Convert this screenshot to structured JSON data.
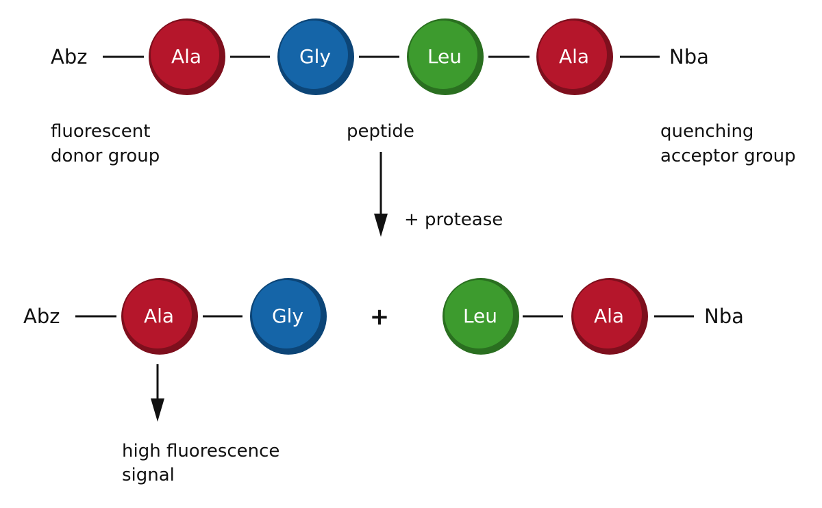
{
  "colors": {
    "ala": "#b5162b",
    "ala_edge": "#7e0f1d",
    "gly": "#1565a8",
    "gly_edge": "#0c4577",
    "leu": "#3d9b2e",
    "leu_edge": "#2a6f20",
    "text": "#111111",
    "bead_text": "#ffffff",
    "bond": "#111111"
  },
  "top": {
    "left_group": "Abz",
    "right_group": "Nba",
    "beads": [
      {
        "label": "Ala",
        "kind": "ala"
      },
      {
        "label": "Gly",
        "kind": "gly"
      },
      {
        "label": "Leu",
        "kind": "leu"
      },
      {
        "label": "Ala",
        "kind": "ala"
      }
    ],
    "donor_caption_line1": "fluorescent",
    "donor_caption_line2": "donor group",
    "peptide_caption": "peptide",
    "acceptor_caption_line1": "quenching",
    "acceptor_caption_line2": "acceptor group"
  },
  "reaction": {
    "reagent": "+ protease",
    "plus": "+"
  },
  "bottom": {
    "left_fragment": {
      "left_group": "Abz",
      "beads": [
        {
          "label": "Ala",
          "kind": "ala"
        },
        {
          "label": "Gly",
          "kind": "gly"
        }
      ]
    },
    "right_fragment": {
      "right_group": "Nba",
      "beads": [
        {
          "label": "Leu",
          "kind": "leu"
        },
        {
          "label": "Ala",
          "kind": "ala"
        }
      ]
    },
    "signal_caption_line1": "high fluorescence",
    "signal_caption_line2": "signal"
  }
}
